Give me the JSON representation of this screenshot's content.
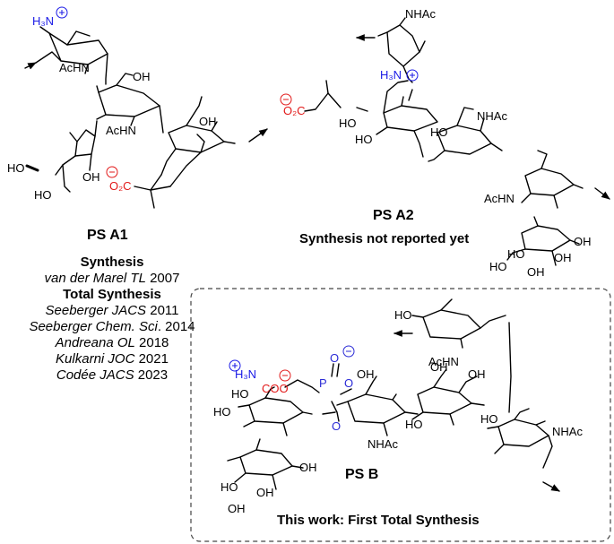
{
  "colors": {
    "ink": "#000000",
    "ammonium": "#1a1ae6",
    "carboxylate": "#e21a1a",
    "phosphonate": "#2b2bd6",
    "box": "#444444"
  },
  "ps_a1": {
    "name": "PS A1",
    "synthesis_heading": "Synthesis",
    "synthesis_refs": [
      {
        "it": "van der Marel TL",
        "rest": " 2007"
      }
    ],
    "total_heading": "Total Synthesis",
    "total_refs": [
      {
        "it": "Seeberger JACS",
        "rest": " 2011"
      },
      {
        "it": "Seeberger Chem. Sci",
        "rest": ". 2014"
      },
      {
        "it": "Andreana OL",
        "rest": " 2018"
      },
      {
        "it": "Kulkarni JOC",
        "rest": " 2021"
      },
      {
        "it": "Codée JACS",
        "rest": " 2023"
      }
    ]
  },
  "ps_a2": {
    "name": "PS A2",
    "note": "Synthesis not reported yet"
  },
  "ps_b": {
    "name": "PS B",
    "note": "This work: First Total Synthesis"
  },
  "atoms": {
    "a1_nh3": "H₃N",
    "a1_nhac1": "AcHN",
    "a1_nhac2": "AcHN",
    "a1_oh1": "OH",
    "a1_oh2": "OH",
    "a1_ho1": "HO",
    "a1_ho2": "HO",
    "a1_co2": "O₂C",
    "a1_oh3": "OH",
    "a2_nhac1": "NHAc",
    "a2_nh3": "H₃N",
    "a2_co2": "O₂C",
    "a2_ho1": "HO",
    "a2_ho2": "HO",
    "a2_ho3": "HO",
    "a2_nhac2": "NHAc",
    "a2_nhac3": "AcHN",
    "a2_oh1": "OH",
    "a2_ho4": "HO",
    "a2_oh2": "OH",
    "a2_oh3": "OH",
    "a2_ho5": "HO",
    "b_ho1": "HO",
    "b_nhac1": "AcHN",
    "b_nh3": "H₃N",
    "b_p": "P",
    "b_o1": "O",
    "b_o2": "O",
    "b_o3": "O",
    "b_coo": "COO",
    "b_ho2": "HO",
    "b_oh1": "OH",
    "b_oh2": "OH",
    "b_ho3": "HO",
    "b_oh3": "OH",
    "b_nhac2": "NHAc",
    "b_ho4": "HO",
    "b_nhac3": "NHAc",
    "b_ho5": "HO",
    "b_oh4": "OH",
    "b_oh5": "OH",
    "b_ho6": "HO",
    "b_oh6": "OH"
  }
}
